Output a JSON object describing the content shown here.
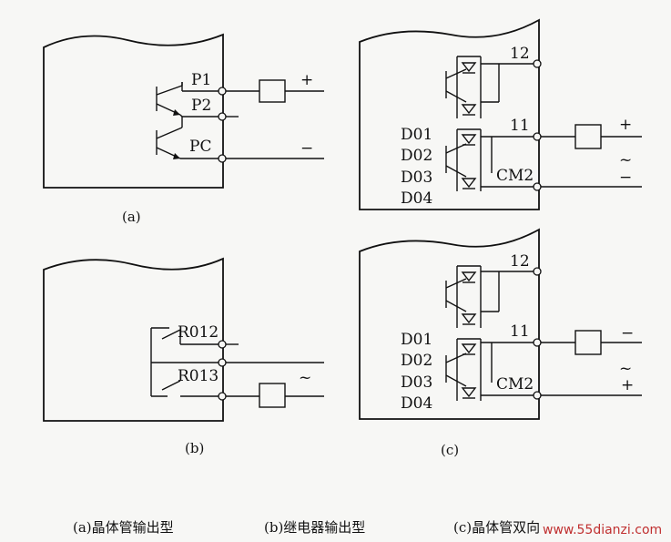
{
  "panel_a": {
    "terminals": [
      "P1",
      "P2",
      "PC"
    ],
    "plus": "+",
    "minus": "−",
    "sub_label": "(a)"
  },
  "panel_b": {
    "terminals": [
      "R012",
      "R013"
    ],
    "ac": "~",
    "sub_label": "(b)"
  },
  "panel_c_top": {
    "terminal_12": "12",
    "terminal_11": "11",
    "outputs": [
      "D01",
      "D02",
      "D03",
      "D04"
    ],
    "common": "CM2",
    "plus": "+",
    "ac": "~",
    "minus": "−"
  },
  "panel_c_bottom": {
    "terminal_12": "12",
    "terminal_11": "11",
    "outputs": [
      "D01",
      "D02",
      "D03",
      "D04"
    ],
    "common": "CM2",
    "minus": "−",
    "ac": "~",
    "plus": "+",
    "sub_label": "(c)"
  },
  "captions": {
    "a": "(a)晶体管输出型",
    "b": "(b)继电器输出型",
    "c": "(c)晶体管双向"
  },
  "watermark": "www.55dianzi.com"
}
